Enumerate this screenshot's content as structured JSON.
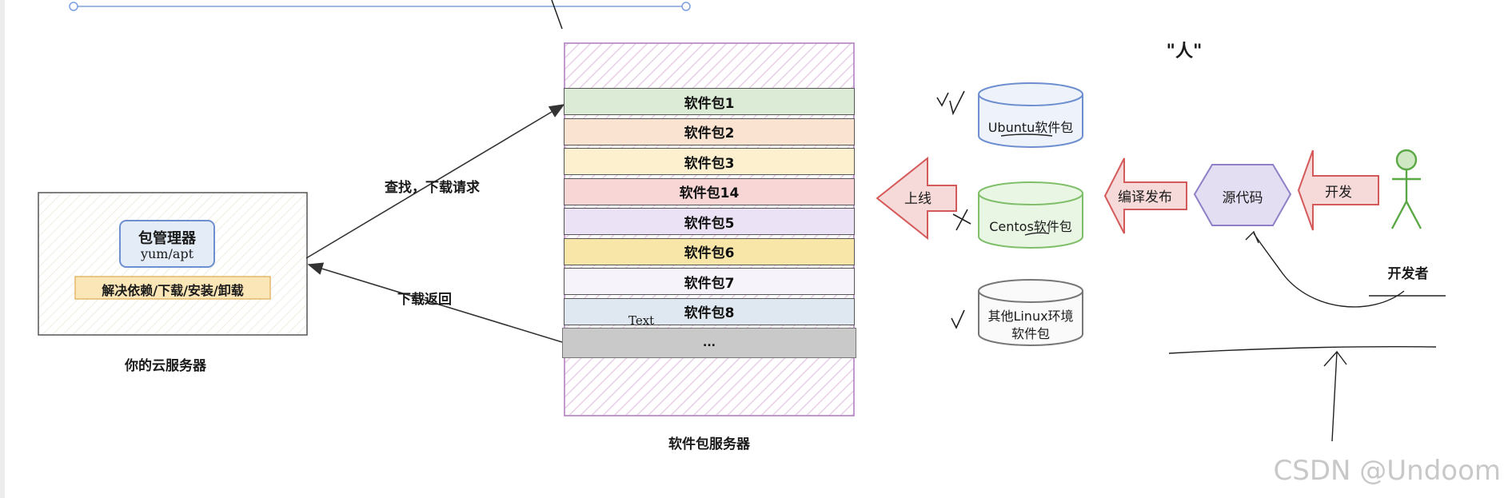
{
  "cloud_server": {
    "package_manager_title": "包管理器",
    "package_manager_tools": "yum/apt",
    "functions": "解决依赖/下载/安装/卸载",
    "caption": "你的云服务器"
  },
  "arrows": {
    "search_request": "查找，下载请求",
    "download_return": "下载返回",
    "online": "上线",
    "compile_publish": "编译发布",
    "develop": "开发"
  },
  "package_server": {
    "caption": "软件包服务器",
    "packages": [
      {
        "label": "软件包1",
        "color": "#dcebd6"
      },
      {
        "label": "软件包2",
        "color": "#fbe3d2"
      },
      {
        "label": "软件包3",
        "color": "#fdf0cf"
      },
      {
        "label": "软件包14",
        "color": "#f8d6d6"
      },
      {
        "label": "软件包5",
        "color": "#ebe3f5"
      },
      {
        "label": "软件包6",
        "color": "#f7e6a8"
      },
      {
        "label": "软件包7",
        "color": "#f7f3fb"
      },
      {
        "label": "软件包8",
        "color": "#dfe8f0"
      },
      {
        "label": "...",
        "color": "#c9c9c9"
      }
    ],
    "text_note": "Text"
  },
  "repositories": [
    {
      "label": "Ubuntu软件包",
      "color": "#6d8fcf"
    },
    {
      "label": "Centos软件包",
      "color": "#7fbf6a"
    },
    {
      "label": "其他Linux环境软件包",
      "line1": "其他Linux环境",
      "line2": "软件包",
      "color": "#777777"
    }
  ],
  "source_code": "源代码",
  "developer": "开发者",
  "people_note": "\"人\"",
  "watermark": "CSDN @Undoom",
  "colors": {
    "arrow_fill": "#f6d9d9",
    "arrow_stroke": "#d45a5a",
    "hexagon_fill": "#e4def3",
    "hexagon_stroke": "#8f7fc6",
    "developer_green": "#5aa845",
    "server_box_fill": "#fbf9f3",
    "functions_fill": "#fbe6b8",
    "package_server_hatch": "#e8cfe7"
  }
}
